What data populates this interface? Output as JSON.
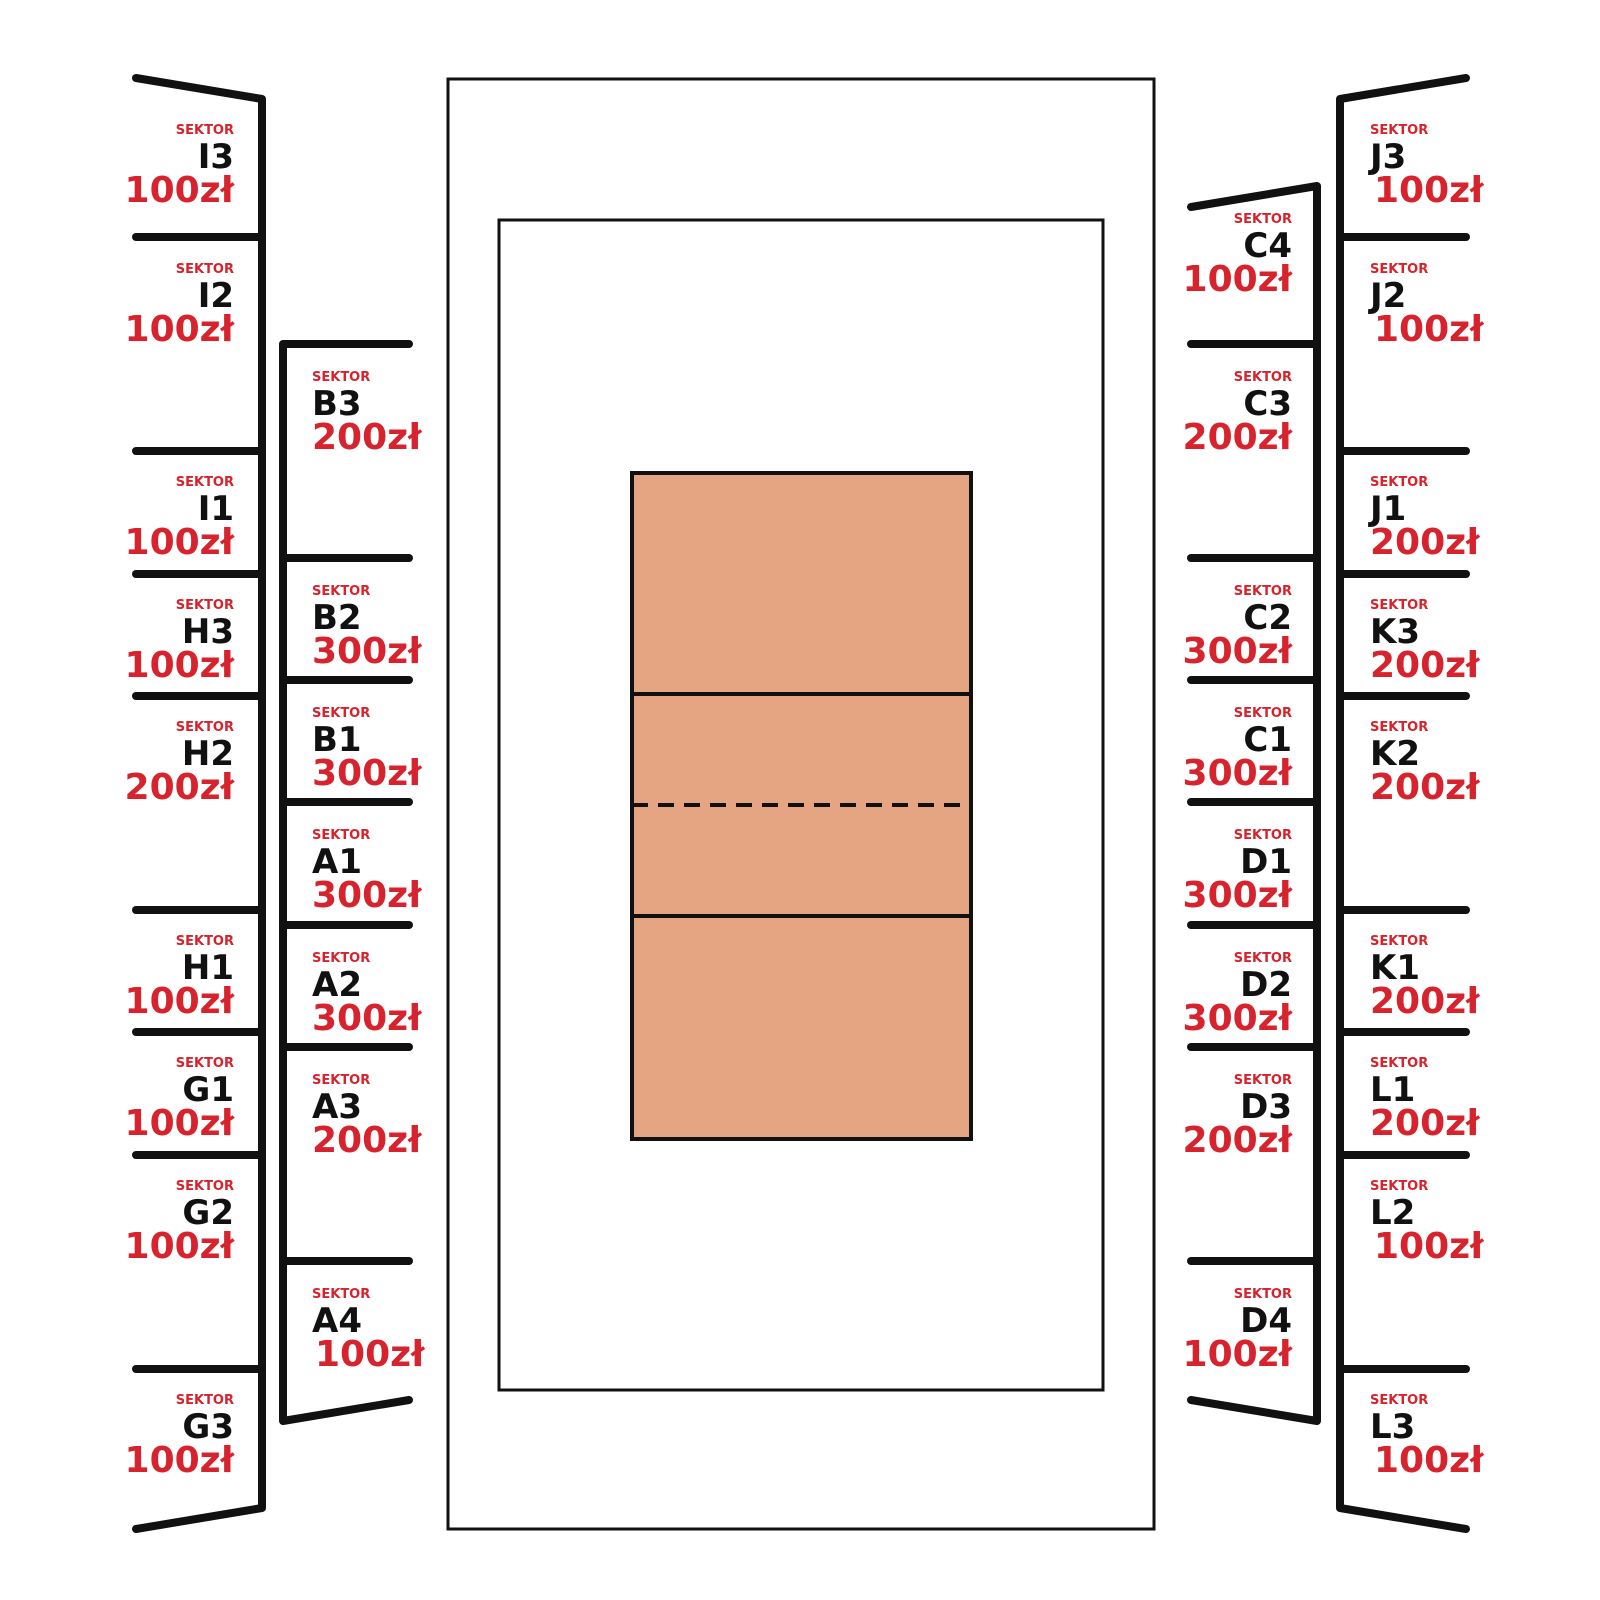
{
  "colors": {
    "stroke": "#111111",
    "label_red": "#d7232d",
    "code_black": "#111111",
    "court_fill": "#e5a482",
    "background": "#ffffff"
  },
  "sector_word": "SEKTOR",
  "sectors": {
    "I3": {
      "code": "I3",
      "price": "100zł"
    },
    "I2": {
      "code": "I2",
      "price": "100zł"
    },
    "I1": {
      "code": "I1",
      "price": "100zł"
    },
    "H3": {
      "code": "H3",
      "price": "100zł"
    },
    "H2": {
      "code": "H2",
      "price": "200zł"
    },
    "H1": {
      "code": "H1",
      "price": "100zł"
    },
    "G1": {
      "code": "G1",
      "price": "100zł"
    },
    "G2": {
      "code": "G2",
      "price": "100zł"
    },
    "G3": {
      "code": "G3",
      "price": "100zł"
    },
    "B3": {
      "code": "B3",
      "price": "200zł"
    },
    "B2": {
      "code": "B2",
      "price": "300zł"
    },
    "B1": {
      "code": "B1",
      "price": "300zł"
    },
    "A1": {
      "code": "A1",
      "price": "300zł"
    },
    "A2": {
      "code": "A2",
      "price": "300zł"
    },
    "A3": {
      "code": "A3",
      "price": "200zł"
    },
    "A4": {
      "code": "A4",
      "price": "100zł"
    },
    "C4": {
      "code": "C4",
      "price": "100zł"
    },
    "C3": {
      "code": "C3",
      "price": "200zł"
    },
    "C2": {
      "code": "C2",
      "price": "300zł"
    },
    "C1": {
      "code": "C1",
      "price": "300zł"
    },
    "D1": {
      "code": "D1",
      "price": "300zł"
    },
    "D2": {
      "code": "D2",
      "price": "300zł"
    },
    "D3": {
      "code": "D3",
      "price": "200zł"
    },
    "D4": {
      "code": "D4",
      "price": "100zł"
    },
    "J3": {
      "code": "J3",
      "price": "100zł"
    },
    "J2": {
      "code": "J2",
      "price": "100zł"
    },
    "J1": {
      "code": "J1",
      "price": "200zł"
    },
    "K3": {
      "code": "K3",
      "price": "200zł"
    },
    "K2": {
      "code": "K2",
      "price": "200zł"
    },
    "K1": {
      "code": "K1",
      "price": "200zł"
    },
    "L1": {
      "code": "L1",
      "price": "200zł"
    },
    "L2": {
      "code": "L2",
      "price": "100zł"
    },
    "L3": {
      "code": "L3",
      "price": "100zł"
    }
  }
}
